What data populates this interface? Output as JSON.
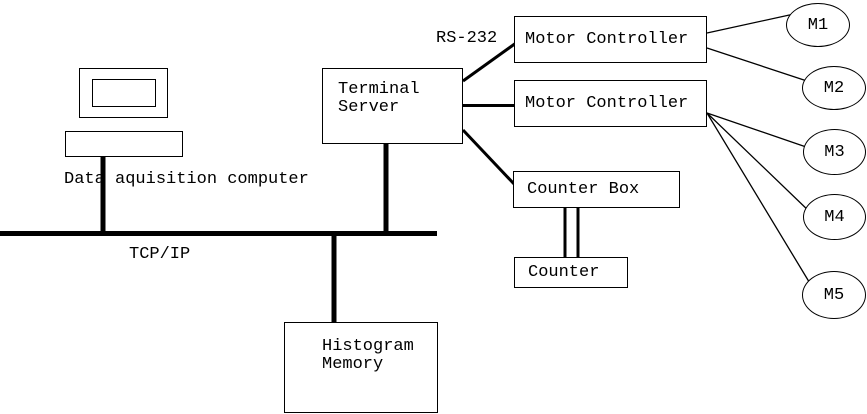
{
  "nodes": {
    "data_acquisition_computer": {
      "label": "Data aquisition computer"
    },
    "terminal_server": {
      "line1": "Terminal",
      "line2": "Server"
    },
    "motor_controller_1": {
      "label": "Motor Controller"
    },
    "motor_controller_2": {
      "label": "Motor Controller"
    },
    "counter_box": {
      "label": "Counter Box"
    },
    "counter": {
      "label": "Counter"
    },
    "histogram_memory": {
      "line1": "Histogram",
      "line2": "Memory"
    },
    "motors": [
      {
        "label": "M1"
      },
      {
        "label": "M2"
      },
      {
        "label": "M3"
      },
      {
        "label": "M4"
      },
      {
        "label": "M5"
      }
    ]
  },
  "labels": {
    "serial_link": "RS-232",
    "network_bus": "TCP/IP"
  },
  "colors": {
    "ink": "#000000",
    "background": "#ffffff"
  }
}
